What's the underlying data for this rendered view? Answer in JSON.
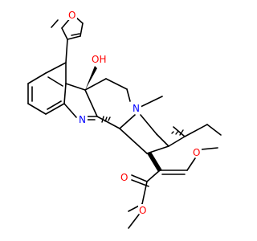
{
  "molecule": {
    "atom_labels": {
      "furan_o": "O",
      "hydroxyl": "OH",
      "indolenine_n": "N",
      "tertiary_n": "N",
      "methoxy_o": "O",
      "ester_carbonyl_o": "O",
      "ester_o": "O"
    },
    "colors": {
      "bond": "#000000",
      "oxygen": "#ff0000",
      "nitrogen": "#0000ff",
      "background": "#ffffff"
    }
  }
}
